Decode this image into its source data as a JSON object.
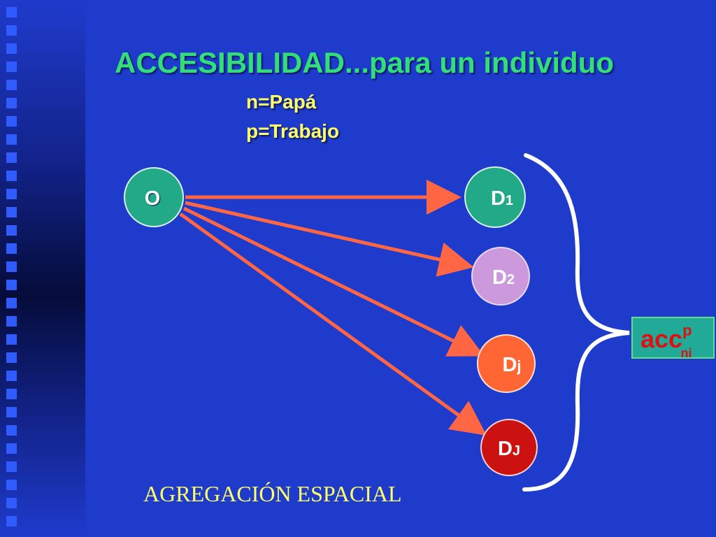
{
  "slide": {
    "title": "ACCESIBILIDAD...para un individuo",
    "legend": {
      "n_line": "n=Papá",
      "p_line": "p=Trabajo"
    },
    "footer": "AGREGACIÓN ESPACIAL"
  },
  "diagram": {
    "origin": {
      "label": "O",
      "color": "#22aa88"
    },
    "destinations": [
      {
        "base": "D",
        "sub": "1",
        "color": "#22aa88"
      },
      {
        "base": "D",
        "sub": "2",
        "color": "#cc99dd"
      },
      {
        "base": "D",
        "sub": "j",
        "color": "#ff6633"
      },
      {
        "base": "D",
        "sub": "J",
        "color": "#cc1111"
      }
    ],
    "arrow_color": "#ff6644",
    "brace_color": "#ffffff"
  },
  "result": {
    "base": "acc",
    "sup": "p",
    "sub": "ni",
    "box_color": "#22aa99",
    "text_color": "#e01010"
  }
}
